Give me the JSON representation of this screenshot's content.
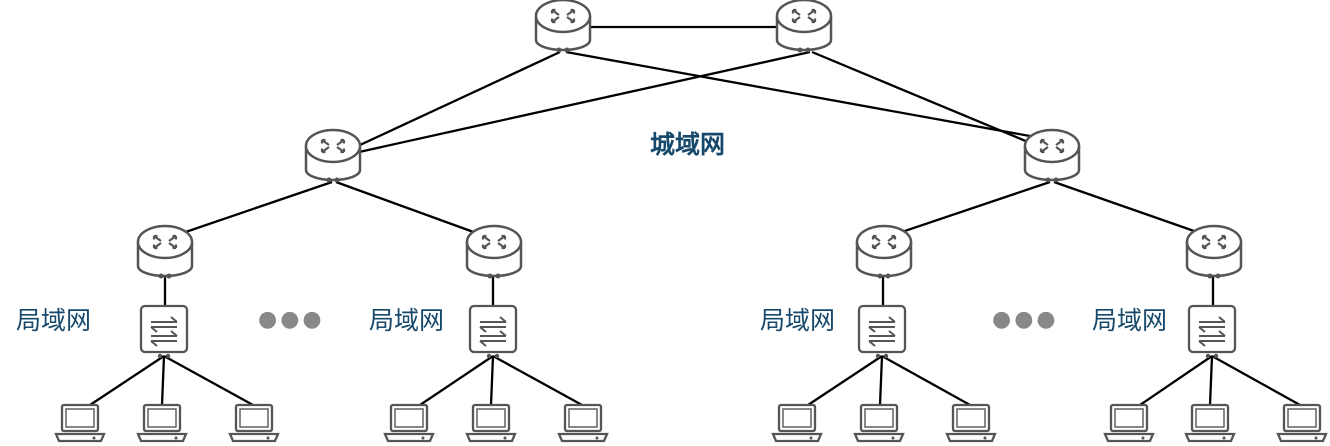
{
  "labels": {
    "man": "城域网",
    "lan": "局域网"
  },
  "ellipsis": "●●●",
  "colors": {
    "label": "#16496b",
    "line": "#000000",
    "device_stroke": "#555555",
    "ellipsis": "#888888"
  },
  "nodes": {
    "core_routers": [
      "router-icon",
      "router-icon"
    ],
    "metro_routers": [
      "router-icon",
      "router-icon"
    ],
    "edge_routers": [
      "router-icon",
      "router-icon",
      "router-icon",
      "router-icon"
    ],
    "switches": [
      "switch-icon",
      "switch-icon",
      "switch-icon",
      "switch-icon"
    ],
    "hosts_per_switch": 3,
    "host_icon": "laptop-icon"
  }
}
